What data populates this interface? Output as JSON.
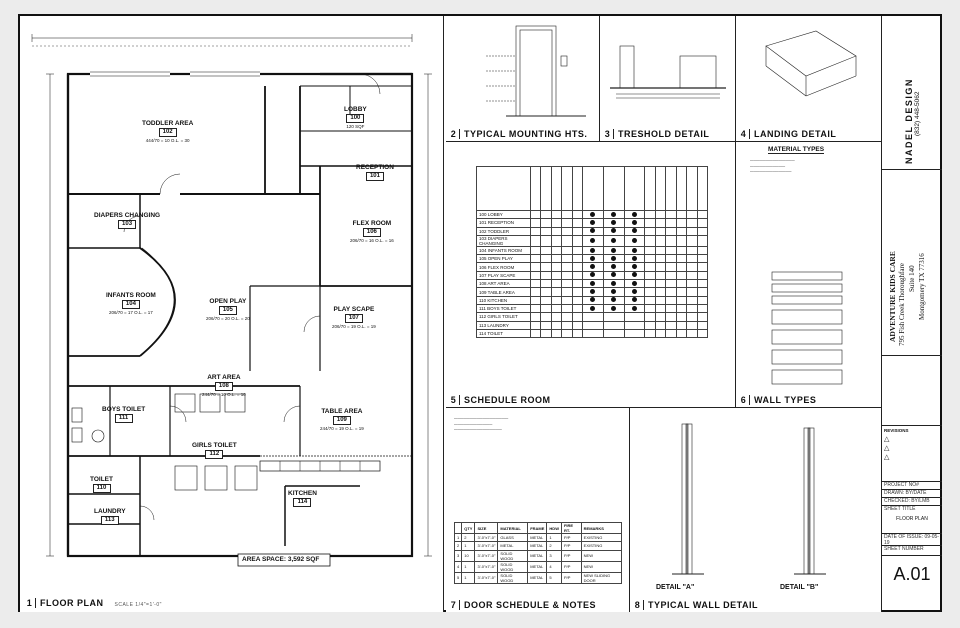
{
  "floor_plan": {
    "caption_num": "1",
    "caption": "FLOOR PLAN",
    "scale": "SCALE 1/4\"=1'-0\"",
    "area_space": "AREA SPACE: 3,592 SQF",
    "rooms": [
      {
        "name": "TODDLER AREA",
        "num": "102",
        "dim": "444/70 = 10 O.L. = 30"
      },
      {
        "name": "LOBBY",
        "num": "100",
        "dim": "120 SQF"
      },
      {
        "name": "RECEPTION",
        "num": "101",
        "dim": ""
      },
      {
        "name": "DIAPERS CHANGING",
        "num": "103",
        "dim": ""
      },
      {
        "name": "FLEX ROOM",
        "num": "106",
        "dim": "206/70 = 16 O.L. = 16"
      },
      {
        "name": "INFANTS ROOM",
        "num": "104",
        "dim": "206/70 = 17 O.L. = 17"
      },
      {
        "name": "OPEN PLAY",
        "num": "105",
        "dim": "206/70 = 20 O.L. = 20"
      },
      {
        "name": "PLAY SCAPE",
        "num": "107",
        "dim": "206/70 = 19 O.L. = 19"
      },
      {
        "name": "ART AREA",
        "num": "108",
        "dim": "244/70 = 10 O.L. = 10"
      },
      {
        "name": "BOYS TOILET",
        "num": "111",
        "dim": ""
      },
      {
        "name": "GIRLS TOILET",
        "num": "112",
        "dim": ""
      },
      {
        "name": "TABLE AREA",
        "num": "109",
        "dim": "244/70 = 19 O.L. = 19"
      },
      {
        "name": "TOILET",
        "num": "110",
        "dim": ""
      },
      {
        "name": "LAUNDRY",
        "num": "113",
        "dim": ""
      },
      {
        "name": "KITCHEN",
        "num": "114",
        "dim": ""
      }
    ]
  },
  "details": {
    "mounting": {
      "num": "2",
      "title": "TYPICAL MOUNTING HTS."
    },
    "threshold": {
      "num": "3",
      "title": "TRESHOLD DETAIL"
    },
    "landing": {
      "num": "4",
      "title": "LANDING DETAIL"
    },
    "schedule_room": {
      "num": "5",
      "title": "SCHEDULE ROOM"
    },
    "wall_types": {
      "num": "6",
      "title": "WALL TYPES"
    },
    "door_schedule": {
      "num": "7",
      "title": "DOOR SCHEDULE & NOTES"
    },
    "typical_wall": {
      "num": "8",
      "title": "TYPICAL WALL DETAIL"
    },
    "detail_a": "DETAIL \"A\"",
    "detail_b": "DETAIL \"B\""
  },
  "material_types": {
    "title": "MATERIAL TYPES"
  },
  "schedule": {
    "rooms": [
      "100 LOBBY",
      "101 RECEPTION",
      "102 TODDLER",
      "103 DIAPERS CHANGING",
      "104 INFANTS ROOM",
      "105 OPEN PLAY",
      "106 FLEX ROOM",
      "107 PLAY SCAPE",
      "108 ART AREA",
      "109 TABLE AREA",
      "110 KITCHEN",
      "111 BOYS TOILET",
      "112 GIRLS TOILET",
      "113 LAUNDRY",
      "114 TOILET"
    ]
  },
  "door_table": {
    "headers": [
      "",
      "QTY",
      "SIZE",
      "MATERIAL",
      "FRAME",
      "HDW",
      "FIRE RT.",
      "REMARKS"
    ],
    "rows": [
      [
        "1",
        "2",
        "3'-0\"x7'-0\"",
        "GLASS",
        "METAL",
        "1",
        "P/P",
        "EXISTING"
      ],
      [
        "2",
        "1",
        "3'-0\"x7'-0\"",
        "METAL",
        "METAL",
        "2",
        "P/P",
        "EXISTING"
      ],
      [
        "3",
        "10",
        "3'-0\"x7'-0\"",
        "SOLID WOOD",
        "METAL",
        "3",
        "P/P",
        "NEW"
      ],
      [
        "4",
        "1",
        "3'-0\"x7'-0\"",
        "SOLID WOOD",
        "METAL",
        "4",
        "P/P",
        "NEW"
      ],
      [
        "5",
        "1",
        "3'-0\"x7'-0\"",
        "SOLID WOOD",
        "METAL",
        "5",
        "P/P",
        "NEW SLIDING DOOR"
      ]
    ]
  },
  "title_block": {
    "firm": "NADEL DESIGN",
    "phone": "(832) 448-5062",
    "project": "ADVENTURE KIDS CARE",
    "address1": "795 Fish Creek Thoroughfare",
    "address2": "Suite 140",
    "address3": "Montgomery TX 77316",
    "revisions": "REVISIONS",
    "project_no": "PROJECT NO#",
    "drawn": "DRAWN: BY/DATE",
    "checked": "CHECKED: BY/LMB",
    "sheet_title": "SHEET TITLE",
    "floor_plan": "FLOOR PLAN",
    "date": "DATE OF ISSUE: 09-05-19",
    "sheet_number": "SHEET NUMBER",
    "sheet_id": "A.01"
  }
}
